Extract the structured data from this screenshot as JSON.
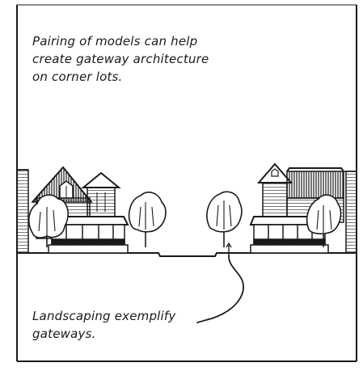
{
  "top_caption": {
    "lines": [
      "Pairing of models can help",
      "create gateway architecture",
      "on corner lots."
    ]
  },
  "bottom_caption": {
    "lines": [
      "Landscaping exemplify",
      "gateways."
    ]
  },
  "colors": {
    "ink": "#1a1a1a",
    "paper": "#ffffff"
  }
}
